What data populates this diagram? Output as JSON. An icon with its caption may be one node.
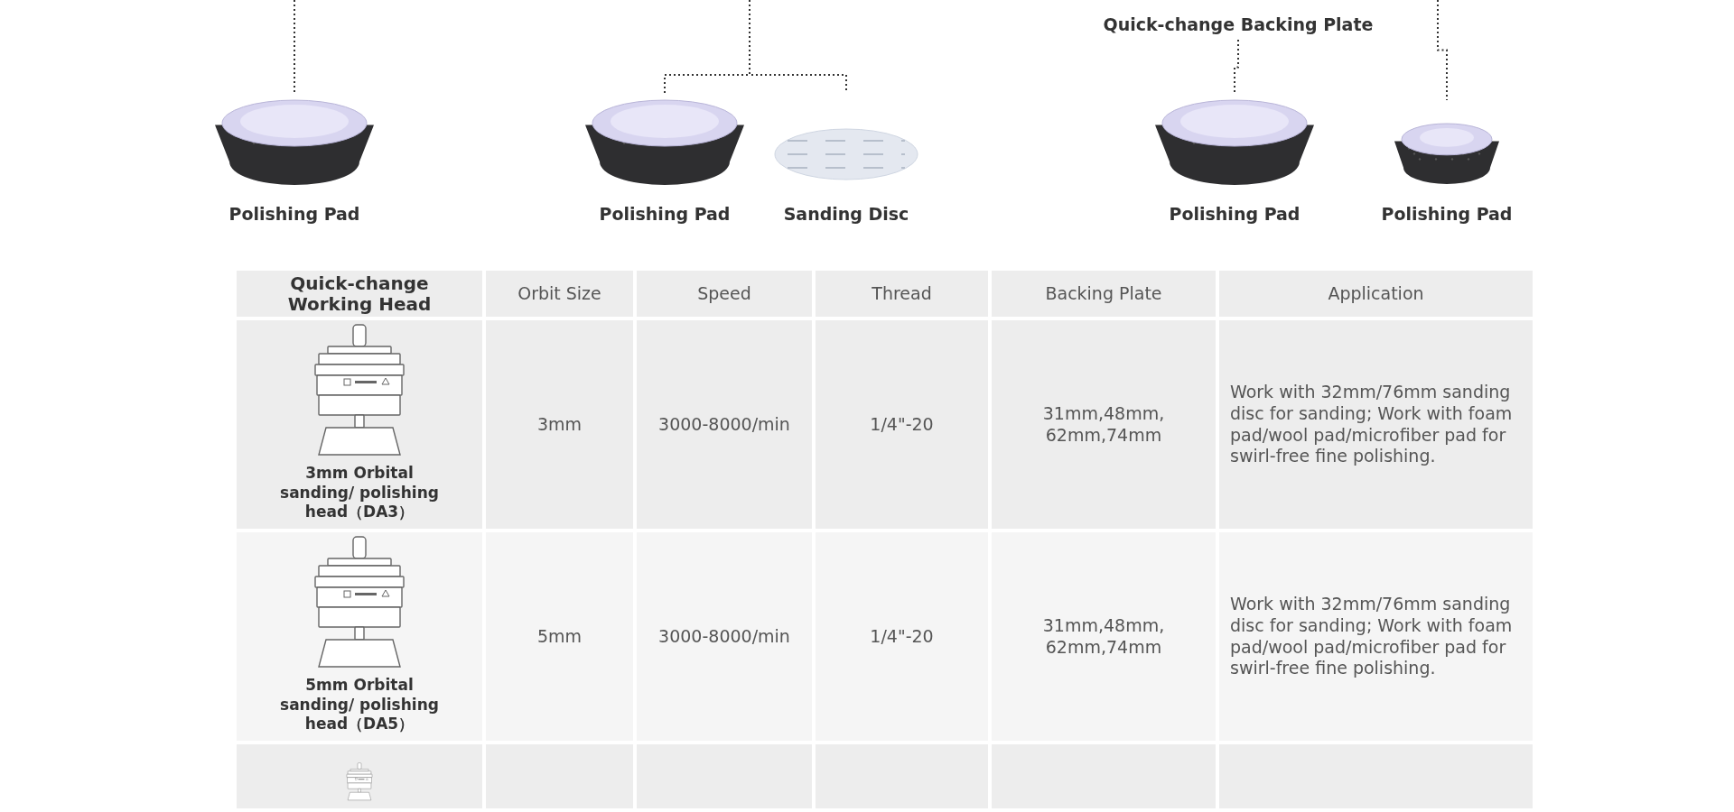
{
  "diagram": {
    "nodes": [
      {
        "text": [],
        "shape": "picture",
        "beside": [
          "Polishing Pad"
        ]
      },
      {
        "text": [],
        "shape": "picture",
        "beside": [
          "Polishing Pad"
        ]
      },
      {
        "text": [],
        "shape": "picture",
        "beside": [
          "Sanding Disc"
        ]
      },
      {
        "text": [
          "Quick-change Backing Plate"
        ]
      },
      {
        "text": [],
        "shape": "picture",
        "beside": [
          "Polishing Pad"
        ]
      },
      {
        "text": [],
        "shape": "picture",
        "beside": [
          "Polishing Pad"
        ]
      }
    ],
    "edges": [
      {
        "from": null,
        "to": 0,
        "arrow": "none",
        "style": "dashed"
      },
      {
        "from": null,
        "to": 1,
        "arrow": "none",
        "style": "dashed"
      },
      {
        "from": null,
        "to": 2,
        "arrow": "none",
        "style": "dashed"
      },
      {
        "from": 3,
        "to": 4,
        "arrow": "none",
        "style": "dashed"
      },
      {
        "from": null,
        "to": 5,
        "arrow": "none",
        "style": "dashed"
      }
    ],
    "labels": [
      "Quick-change Working Head",
      "Orbit Size",
      "Speed",
      "Thread",
      "Backing Plate",
      "Application",
      "3mm Orbital sanding/ polishing head（DA3）",
      "3mm",
      "3000-8000/min",
      "1/4\"-20",
      "31mm,48mm, 62mm,74mm",
      "Work with 32mm/76mm sanding disc for sanding; Work with foam pad/wool pad/microfiber pad for swirl-free fine polishing.",
      "5mm Orbital sanding/ polishing head（DA5）",
      "5mm",
      "3000-8000/min",
      "1/4\"-20",
      "31mm,48mm, 62mm,74mm",
      "Work with 32mm/76mm sanding disc for sanding; Work with foam pad/wool pad/microfiber pad for swirl-free fine polishing."
    ]
  }
}
